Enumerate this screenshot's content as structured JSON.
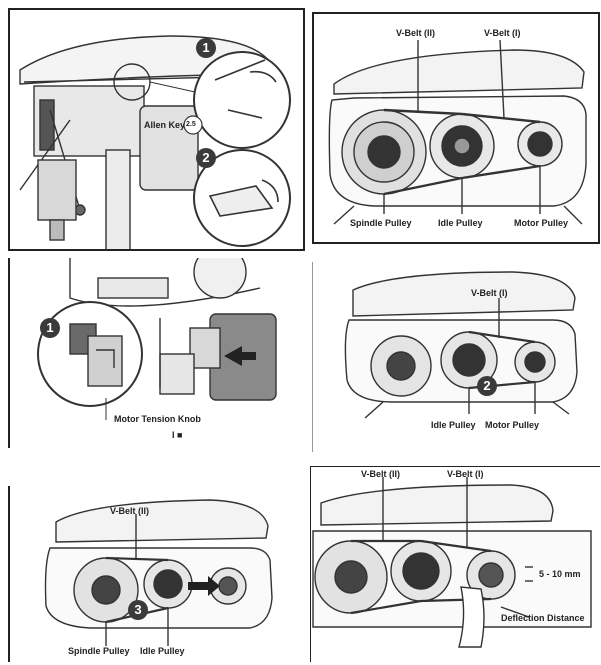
{
  "panels": {
    "p1": {
      "allen_key": "Allen Key",
      "allen_size": "2.5",
      "step_a": "1",
      "step_b": "2"
    },
    "p2": {
      "belt_ii": "V-Belt (II)",
      "belt_i": "V-Belt (I)",
      "spindle": "Spindle Pulley",
      "idle": "Idle Pulley",
      "motor": "Motor Pulley"
    },
    "p3": {
      "step": "1",
      "knob": "Motor Tension Knob",
      "unlock_icon": "I ■"
    },
    "p4": {
      "belt_i": "V-Belt (I)",
      "step": "2",
      "idle": "Idle Pulley",
      "motor": "Motor Pulley"
    },
    "p5": {
      "belt_ii": "V-Belt (II)",
      "step": "3",
      "spindle": "Spindle Pulley",
      "idle": "Idle Pulley"
    },
    "p6": {
      "belt_ii": "V-Belt (II)",
      "belt_i": "V-Belt (I)",
      "distance": "5 - 10 mm",
      "deflection": "Deflection Distance"
    }
  }
}
